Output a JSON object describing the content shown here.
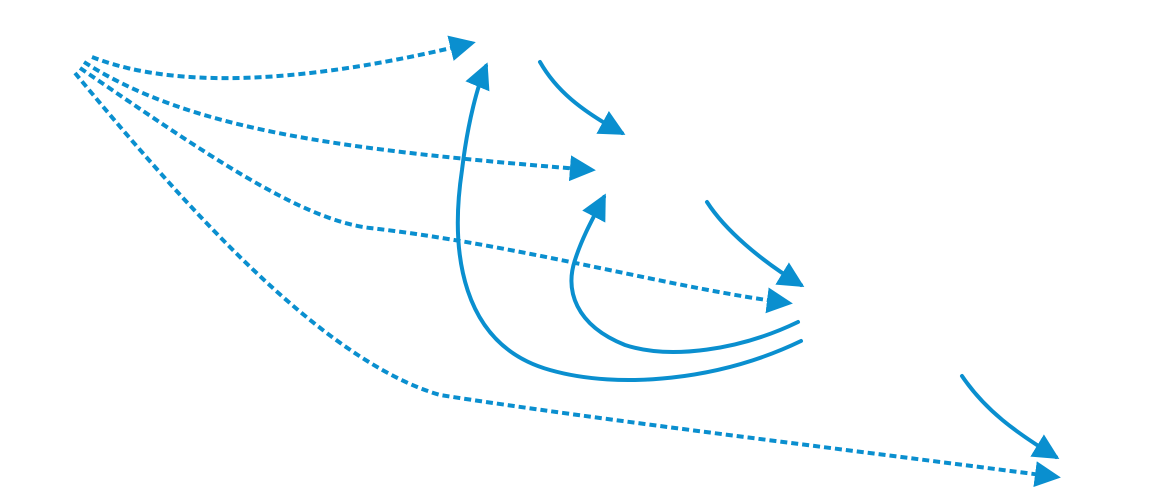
{
  "diagram": {
    "arrow_color": "#0a8fcf",
    "background_color": "#ffffff",
    "solid_arrows": [
      {
        "id": "solid-arrow-1",
        "name": "flow-arrow-top"
      },
      {
        "id": "solid-arrow-2",
        "name": "flow-arrow-middle"
      },
      {
        "id": "solid-arrow-3",
        "name": "flow-arrow-bottom"
      },
      {
        "id": "solid-arrow-4",
        "name": "feedback-arrow-outer"
      },
      {
        "id": "solid-arrow-5",
        "name": "feedback-arrow-inner"
      }
    ],
    "dashed_arrows": [
      {
        "id": "dashed-arrow-1",
        "name": "dashed-arrow-to-top"
      },
      {
        "id": "dashed-arrow-2",
        "name": "dashed-arrow-to-second"
      },
      {
        "id": "dashed-arrow-3",
        "name": "dashed-arrow-to-third"
      },
      {
        "id": "dashed-arrow-4",
        "name": "dashed-arrow-to-bottom"
      }
    ]
  }
}
